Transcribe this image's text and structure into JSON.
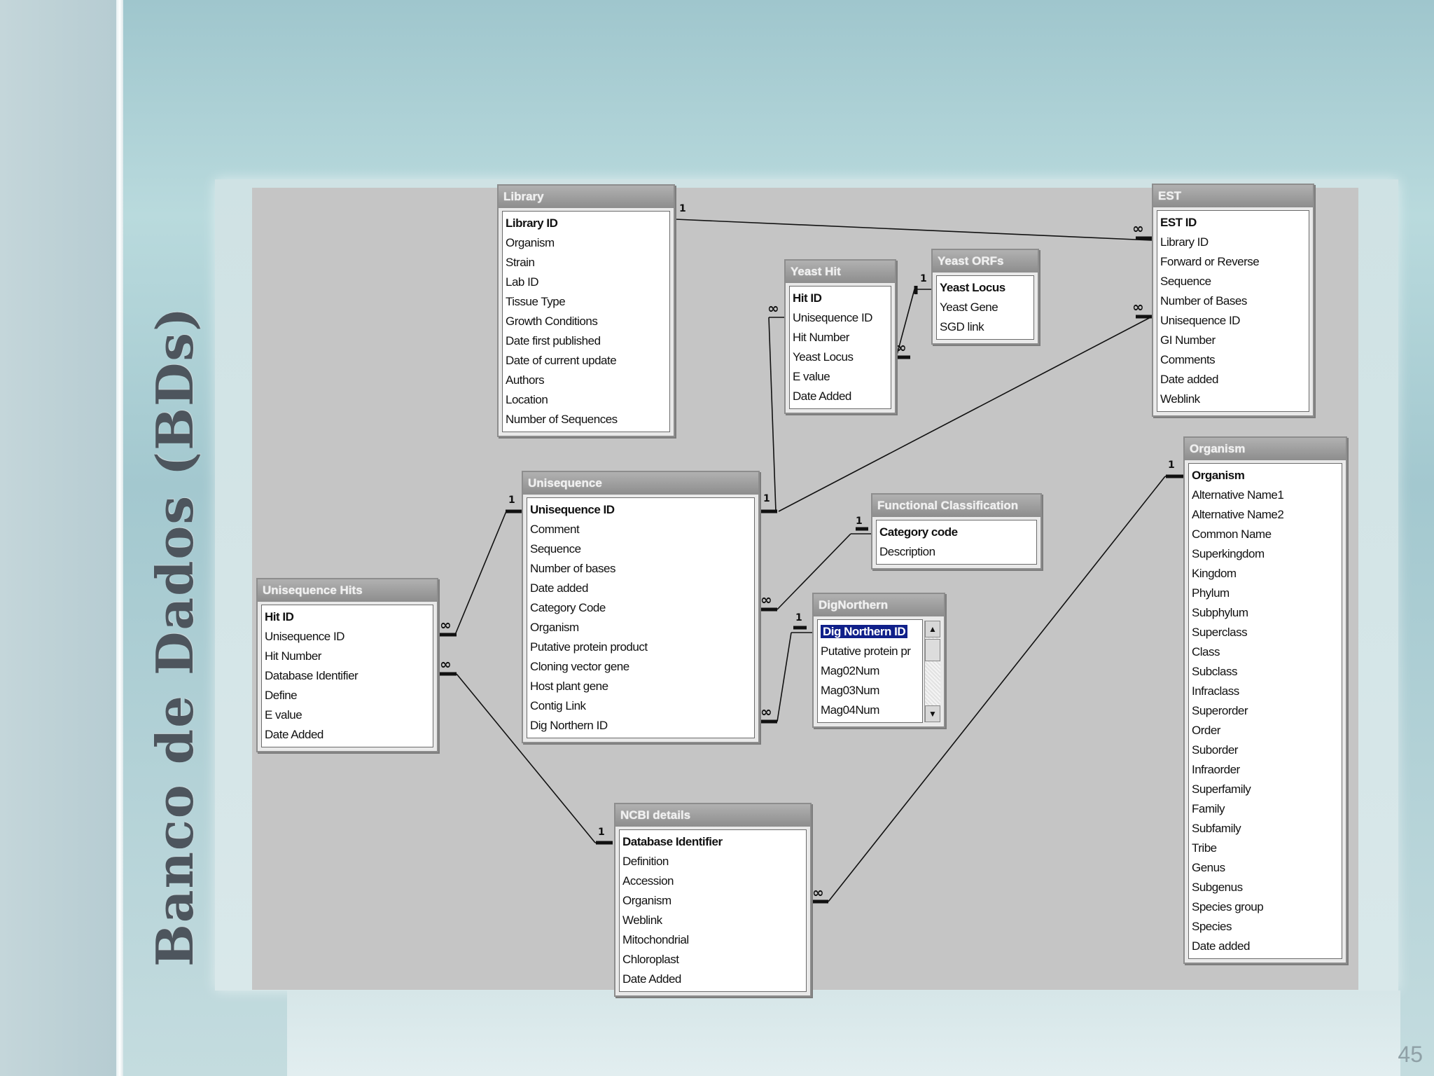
{
  "slide": {
    "title": "Banco de Dados (BDs)",
    "page_number": "45"
  },
  "tables": {
    "library": {
      "name": "Library",
      "fields": [
        "Library ID",
        "Organism",
        "Strain",
        "Lab ID",
        "Tissue Type",
        "Growth Conditions",
        "Date first published",
        "Date of current update",
        "Authors",
        "Location",
        "Number of Sequences"
      ]
    },
    "est": {
      "name": "EST",
      "fields": [
        "EST ID",
        "Library ID",
        "Forward or Reverse",
        "Sequence",
        "Number of Bases",
        "Unisequence ID",
        "GI Number",
        "Comments",
        "Date added",
        "Weblink"
      ]
    },
    "yeast_hit": {
      "name": "Yeast Hit",
      "fields": [
        "Hit ID",
        "Unisequence ID",
        "Hit Number",
        "Yeast Locus",
        "E value",
        "Date Added"
      ]
    },
    "yeast_orfs": {
      "name": "Yeast ORFs",
      "fields": [
        "Yeast Locus",
        "Yeast Gene",
        "SGD link"
      ]
    },
    "unisequence": {
      "name": "Unisequence",
      "fields": [
        "Unisequence ID",
        "Comment",
        "Sequence",
        "Number of bases",
        "Date added",
        "Category Code",
        "Organism",
        "Putative protein product",
        "Cloning vector gene",
        "Host plant gene",
        "Contig Link",
        "Dig Northern ID"
      ]
    },
    "functional_classification": {
      "name": "Functional Classification",
      "fields": [
        "Category code",
        "Description"
      ]
    },
    "dignorthern": {
      "name": "DigNorthern",
      "fields": [
        "Dig Northern ID",
        "Putative protein pr",
        "Mag02Num",
        "Mag03Num",
        "Mag04Num"
      ]
    },
    "unisequence_hits": {
      "name": "Unisequence Hits",
      "fields": [
        "Hit ID",
        "Unisequence ID",
        "Hit Number",
        "Database Identifier",
        "Define",
        "E value",
        "Date Added"
      ]
    },
    "ncbi_details": {
      "name": "NCBI details",
      "fields": [
        "Database Identifier",
        "Definition",
        "Accession",
        "Organism",
        "Weblink",
        "Mitochondrial",
        "Chloroplast",
        "Date Added"
      ]
    },
    "organism": {
      "name": "Organism",
      "fields": [
        "Organism",
        "Alternative Name1",
        "Alternative Name2",
        "Common Name",
        "Superkingdom",
        "Kingdom",
        "Phylum",
        "Subphylum",
        "Superclass",
        "Class",
        "Subclass",
        "Infraclass",
        "Superorder",
        "Order",
        "Suborder",
        "Infraorder",
        "Superfamily",
        "Family",
        "Subfamily",
        "Tribe",
        "Genus",
        "Subgenus",
        "Species group",
        "Species",
        "Date added"
      ]
    }
  },
  "cardinality": {
    "one": "1",
    "many": "∞"
  },
  "colors": {
    "accent_selection": "#10208a",
    "canvas": "#c5c5c5",
    "title_text": "#4d555d"
  }
}
